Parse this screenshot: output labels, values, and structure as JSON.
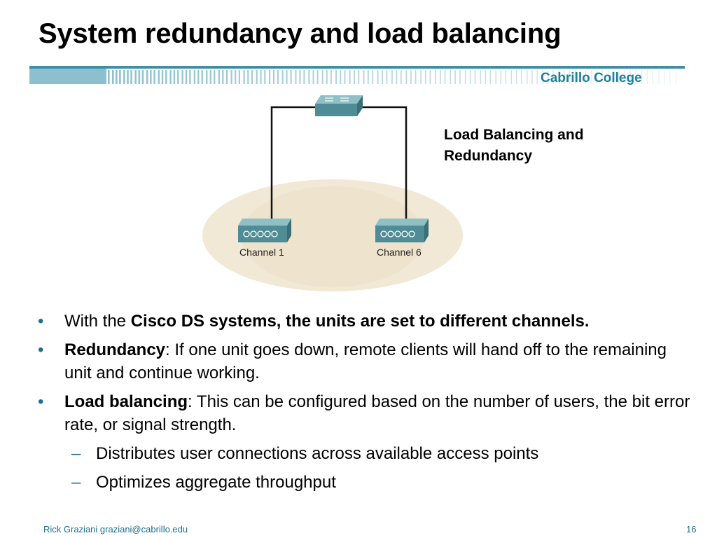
{
  "slide": {
    "title": "System redundancy and load balancing",
    "college": "Cabrillo College",
    "diagram_caption": "Load Balancing and Redundancy",
    "channels": [
      "Channel 1",
      "Channel 6"
    ]
  },
  "bullets": [
    {
      "lead": "With the ",
      "bold": "Cisco DS systems, the units are set to different channels.",
      "rest": ""
    },
    {
      "lead": "",
      "bold": "Redundancy",
      "rest": ": If one unit goes down, remote clients will hand off to the remaining unit and continue working."
    },
    {
      "lead": "",
      "bold": "Load balancing",
      "rest": ": This can be configured based on the number of users, the bit error rate, or signal strength."
    }
  ],
  "sub_bullets": [
    "Distributes user connections across available access points",
    "Optimizes aggregate throughput"
  ],
  "footer": {
    "author": "Rick Graziani  graziani@cabrillo.edu",
    "page": "16"
  },
  "colors": {
    "accent": "#1f7f9a",
    "coverage_ellipse": "#f1e8d5",
    "device": "#5f9aa1"
  }
}
